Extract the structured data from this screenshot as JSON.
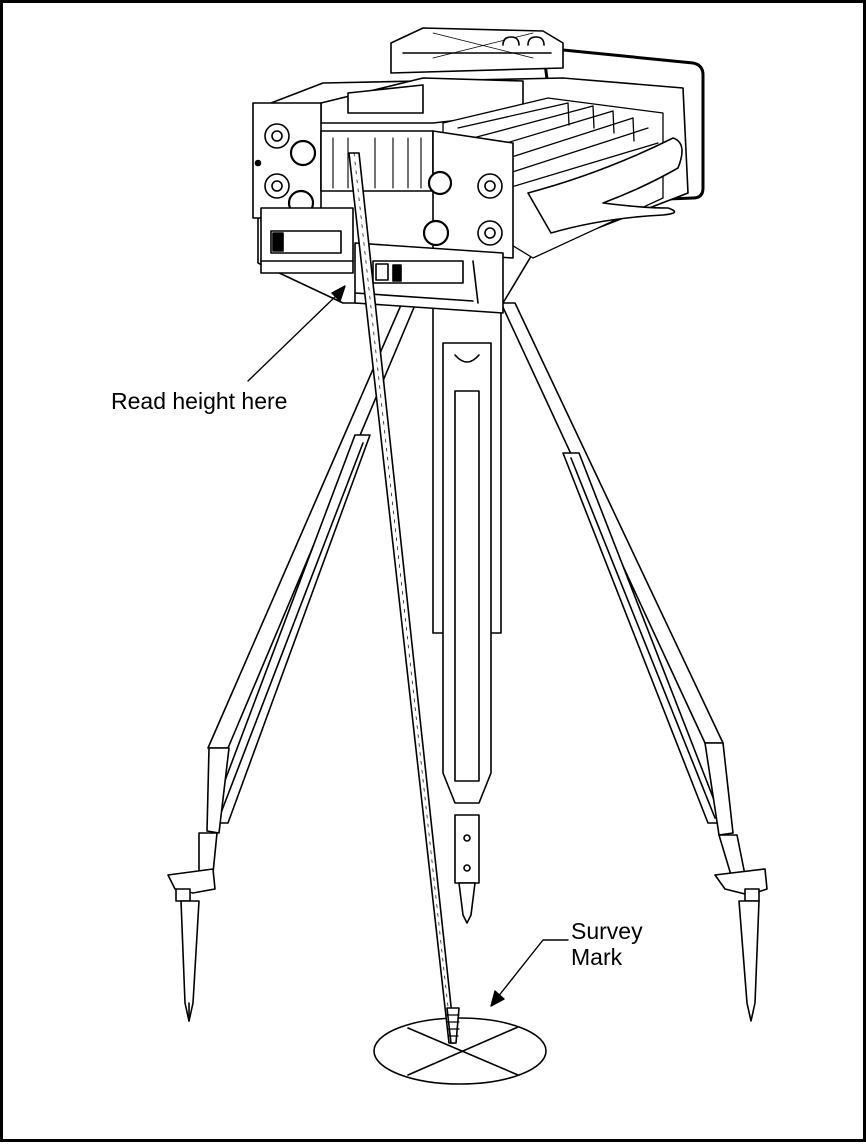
{
  "labels": {
    "read_height": "Read height here",
    "survey_mark_line1": "Survey",
    "survey_mark_line2": "Mark"
  },
  "colors": {
    "line": "#000000",
    "background": "#ffffff"
  }
}
